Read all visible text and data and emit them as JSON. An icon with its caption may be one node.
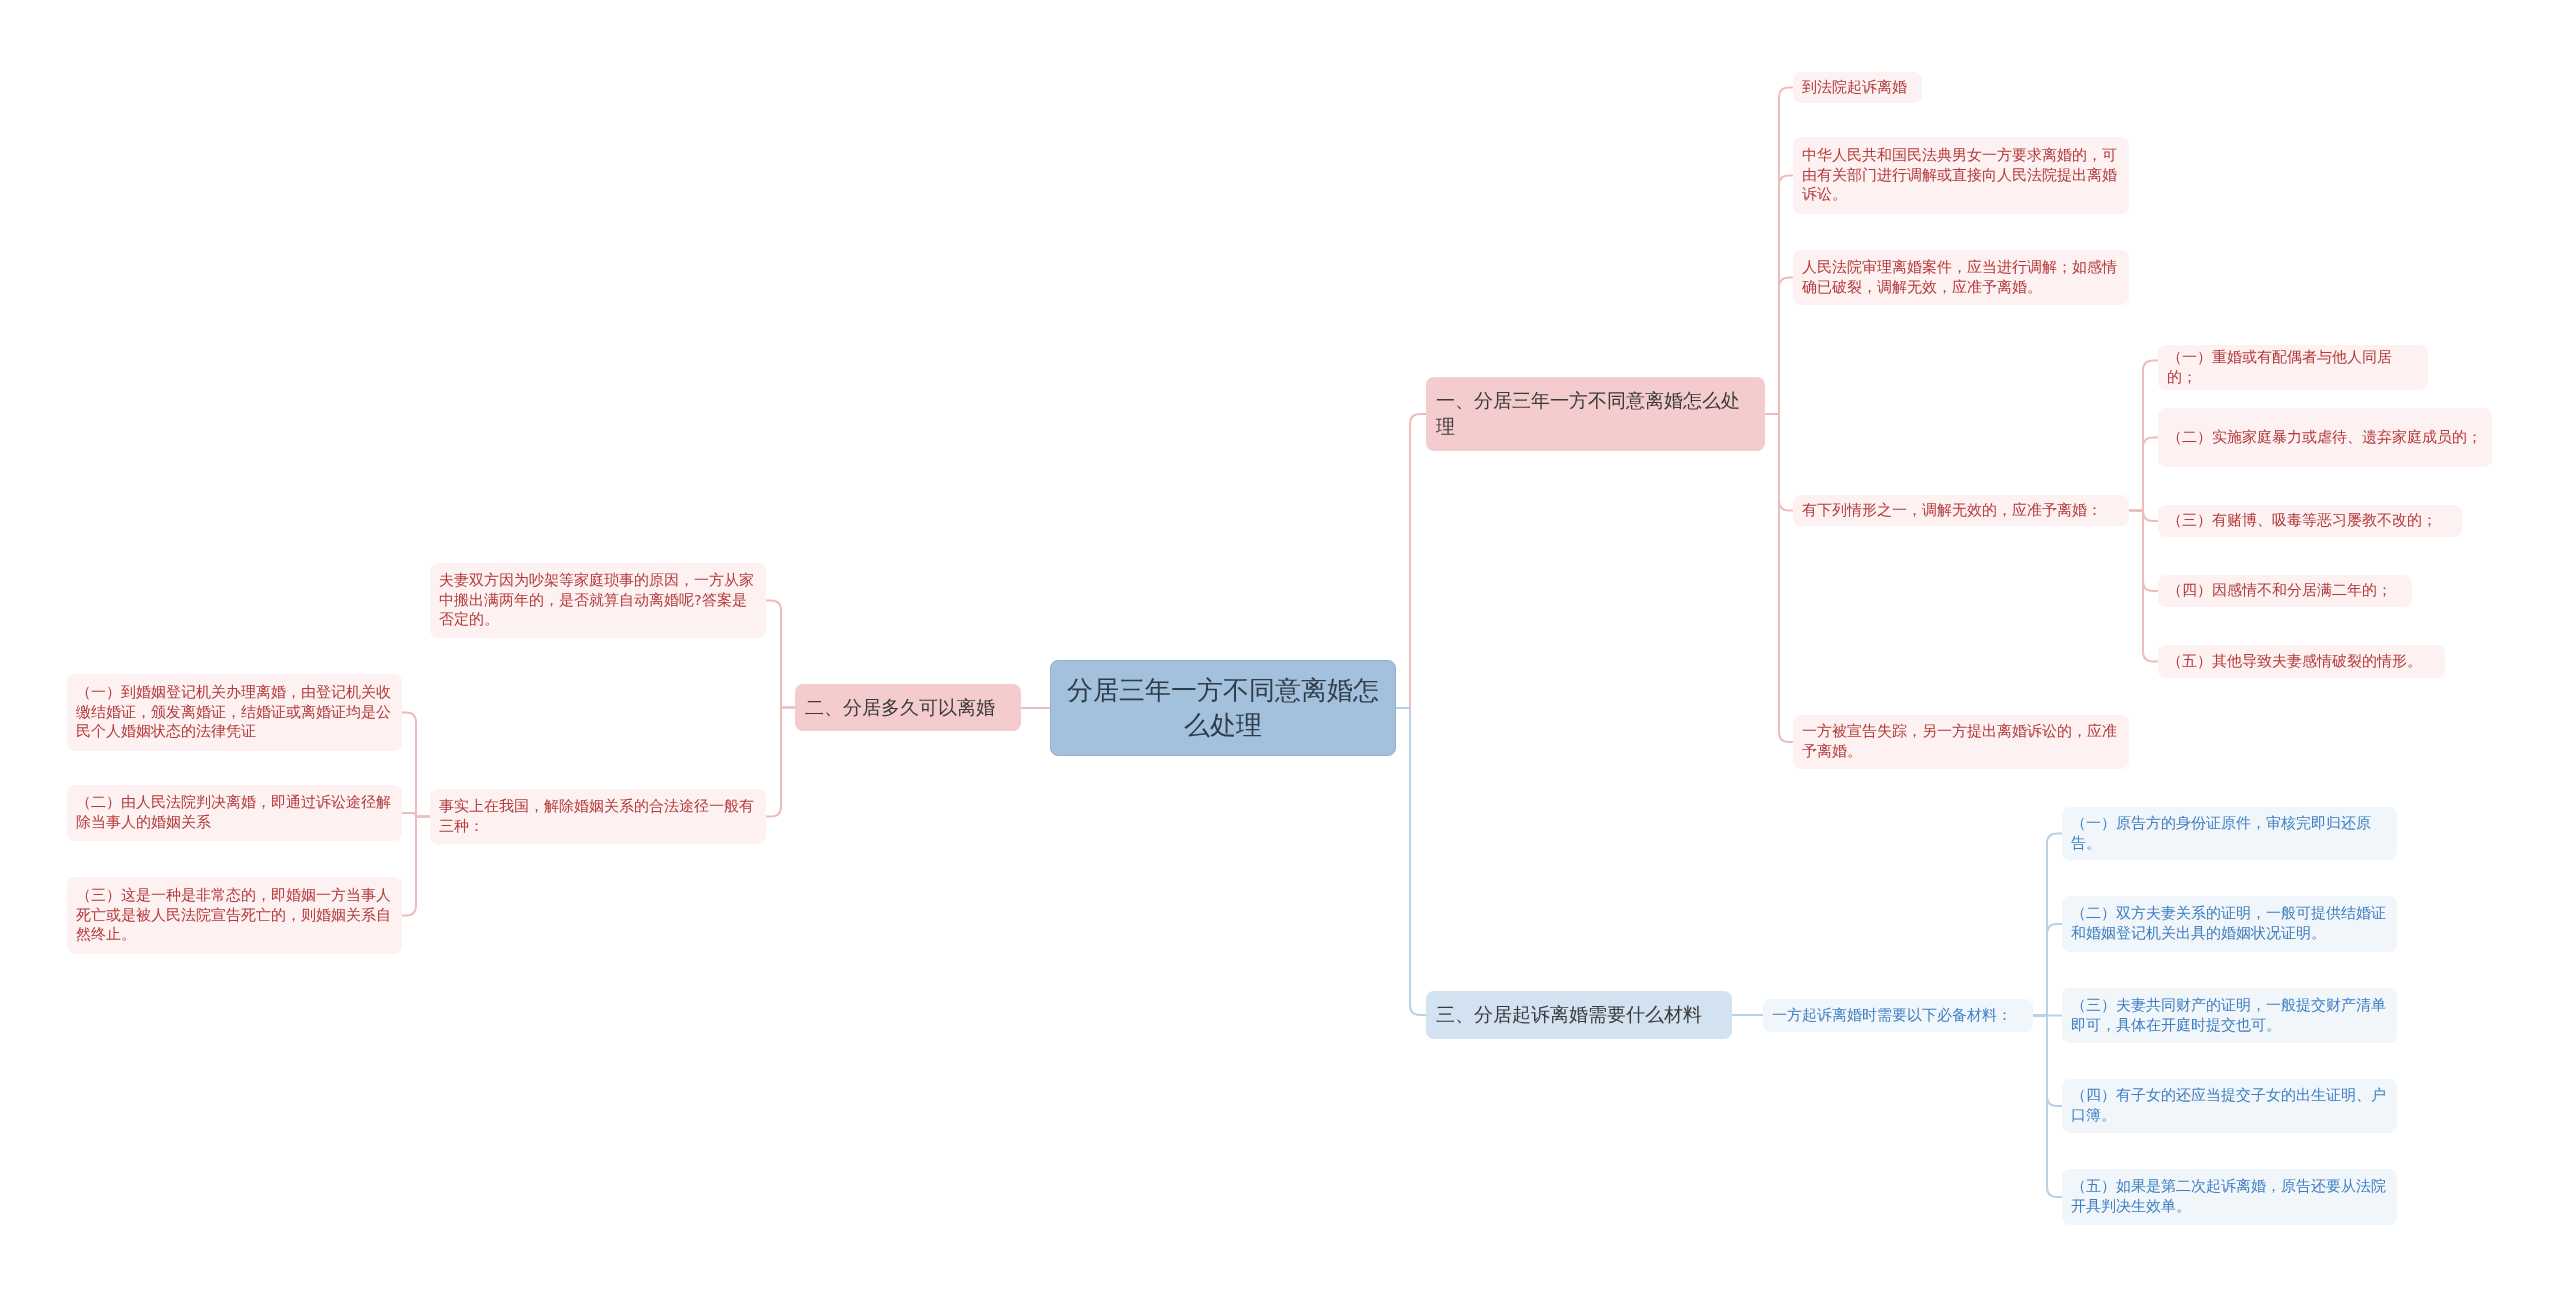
{
  "diagram": {
    "nodes": [
      {
        "text": [
          "分居三年一方不同意离婚怎么处理"
        ]
      },
      {
        "text": [
          "一、分居三年一方不同意离婚怎么处理"
        ]
      },
      {
        "text": [
          "到法院起诉离婚"
        ]
      },
      {
        "text": [
          "中华人民共和国民法典男女一方要求离婚的，可由有关部门进行调解或直接向人民法院提出离婚诉讼。"
        ]
      },
      {
        "text": [
          "人民法院审理离婚案件，应当进行调解；如感情确已破裂，调解无效，应准予离婚。"
        ]
      },
      {
        "text": [
          "有下列情形之一，调解无效的，应准予离婚："
        ]
      },
      {
        "text": [
          "（一）重婚或有配偶者与他人同居的；"
        ]
      },
      {
        "text": [
          "（二）实施家庭暴力或虐待、遗弃家庭成员的；"
        ]
      },
      {
        "text": [
          "（三）有赌博、吸毒等恶习屡教不改的；"
        ]
      },
      {
        "text": [
          "（四）因感情不和分居满二年的；"
        ]
      },
      {
        "text": [
          "（五）其他导致夫妻感情破裂的情形。"
        ]
      },
      {
        "text": [
          "一方被宣告失踪，另一方提出离婚诉讼的，应准予离婚。"
        ]
      },
      {
        "text": [
          "三、分居起诉离婚需要什么材料"
        ]
      },
      {
        "text": [
          "一方起诉离婚时需要以下必备材料："
        ]
      },
      {
        "text": [
          "（一）原告方的身份证原件，审核完即归还原告。"
        ]
      },
      {
        "text": [
          "（二）双方夫妻关系的证明，一般可提供结婚证和婚姻登记机关出具的婚姻状况证明。"
        ]
      },
      {
        "text": [
          "（三）夫妻共同财产的证明，一般提交财产清单即可，具体在开庭时提交也可。"
        ]
      },
      {
        "text": [
          "（四）有子女的还应当提交子女的出生证明、户口簿。"
        ]
      },
      {
        "text": [
          "（五）如果是第二次起诉离婚，原告还要从法院开具判决生效单。"
        ]
      },
      {
        "text": [
          "二、分居多久可以离婚"
        ]
      },
      {
        "text": [
          "夫妻双方因为吵架等家庭琐事的原因，一方从家中搬出满两年的，是否就算自动离婚呢?答案是否定的。"
        ]
      },
      {
        "text": [
          "事实上在我国，解除婚姻关系的合法途径一般有三种："
        ]
      },
      {
        "text": [
          "（一）到婚姻登记机关办理离婚，由登记机关收缴结婚证，颁发离婚证，结婚证或离婚证均是公民个人婚姻状态的法律凭证"
        ]
      },
      {
        "text": [
          "（二）由人民法院判决离婚，即通过诉讼途径解除当事人的婚姻关系"
        ]
      },
      {
        "text": [
          "（三）这是一种是非常态的，即婚姻一方当事人死亡或是被人民法院宣告死亡的，则婚姻关系自然终止。"
        ]
      }
    ],
    "edges": [
      {
        "from": 0,
        "to": 1,
        "arrow": "none"
      },
      {
        "from": 1,
        "to": 2,
        "arrow": "none"
      },
      {
        "from": 1,
        "to": 3,
        "arrow": "none"
      },
      {
        "from": 1,
        "to": 4,
        "arrow": "none"
      },
      {
        "from": 1,
        "to": 5,
        "arrow": "none"
      },
      {
        "from": 5,
        "to": 6,
        "arrow": "none"
      },
      {
        "from": 5,
        "to": 7,
        "arrow": "none"
      },
      {
        "from": 5,
        "to": 8,
        "arrow": "none"
      },
      {
        "from": 5,
        "to": 9,
        "arrow": "none"
      },
      {
        "from": 5,
        "to": 10,
        "arrow": "none"
      },
      {
        "from": 1,
        "to": 11,
        "arrow": "none"
      },
      {
        "from": 0,
        "to": 12,
        "arrow": "none",
        "color": "#b9d0e6"
      },
      {
        "from": 12,
        "to": 13,
        "arrow": "none",
        "color": "#b9d0e6"
      },
      {
        "from": 13,
        "to": 14,
        "arrow": "none",
        "color": "#b9d0e6"
      },
      {
        "from": 13,
        "to": 15,
        "arrow": "none",
        "color": "#b9d0e6"
      },
      {
        "from": 13,
        "to": 16,
        "arrow": "none",
        "color": "#b9d0e6"
      },
      {
        "from": 13,
        "to": 17,
        "arrow": "none",
        "color": "#b9d0e6"
      },
      {
        "from": 13,
        "to": 18,
        "arrow": "none",
        "color": "#b9d0e6"
      },
      {
        "from": 0,
        "to": 19,
        "arrow": "none"
      },
      {
        "from": 19,
        "to": 20,
        "arrow": "none"
      },
      {
        "from": 19,
        "to": 21,
        "arrow": "none"
      },
      {
        "from": 21,
        "to": 22,
        "arrow": "none"
      },
      {
        "from": 21,
        "to": 23,
        "arrow": "none"
      },
      {
        "from": 21,
        "to": 24,
        "arrow": "none"
      }
    ]
  }
}
